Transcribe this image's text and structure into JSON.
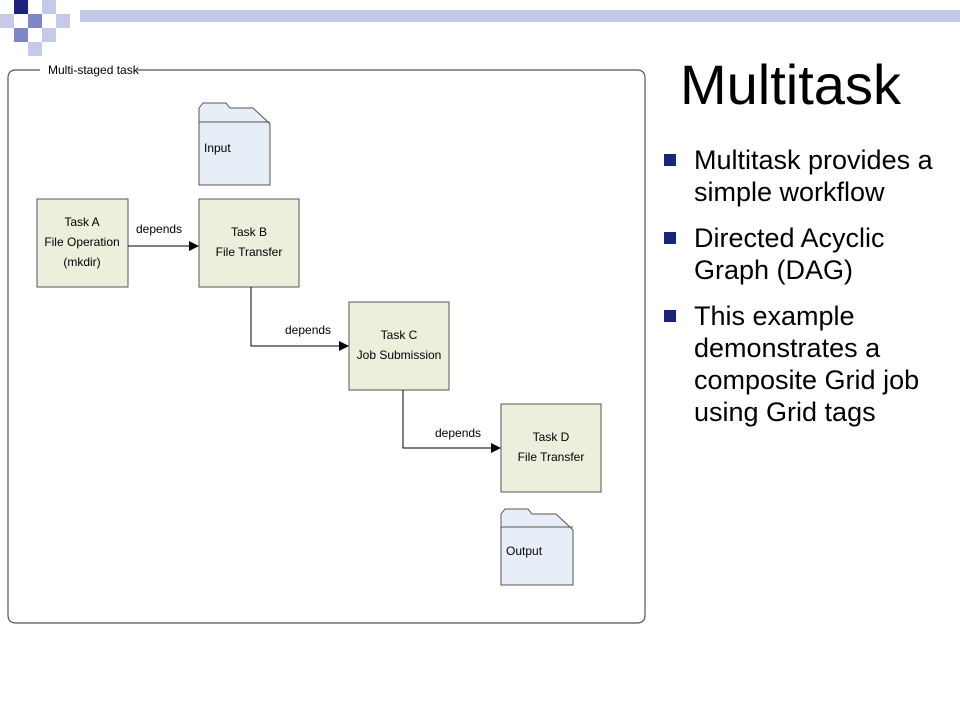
{
  "slide": {
    "title": "Multitask",
    "bullets": [
      "Multitask provides a simple workflow",
      "Directed Acyclic Graph (DAG)",
      "This example demonstrates a composite Grid job  using Grid tags"
    ]
  },
  "diagram": {
    "frame_label": "Multi-staged task",
    "input_label": "Input",
    "output_label": "Output",
    "tasks": [
      {
        "id": "A",
        "lines": [
          "Task A",
          "File Operation",
          "(mkdir)"
        ]
      },
      {
        "id": "B",
        "lines": [
          "Task B",
          "File Transfer"
        ]
      },
      {
        "id": "C",
        "lines": [
          "Task C",
          "Job Submission"
        ]
      },
      {
        "id": "D",
        "lines": [
          "Task D",
          "File Transfer"
        ]
      }
    ],
    "edges": [
      {
        "from": "A",
        "to": "B",
        "label": "depends"
      },
      {
        "from": "B",
        "to": "C",
        "label": "depends"
      },
      {
        "from": "C",
        "to": "D",
        "label": "depends"
      }
    ]
  },
  "colors": {
    "task_fill": "#eeeedd",
    "folder_fill": "#e8eef8",
    "frame_stroke": "#555555",
    "deco_dark": "#1a237e",
    "deco_mid": "#7d86c8",
    "deco_light": "#c5cae9",
    "bullet": "#1a237e"
  }
}
